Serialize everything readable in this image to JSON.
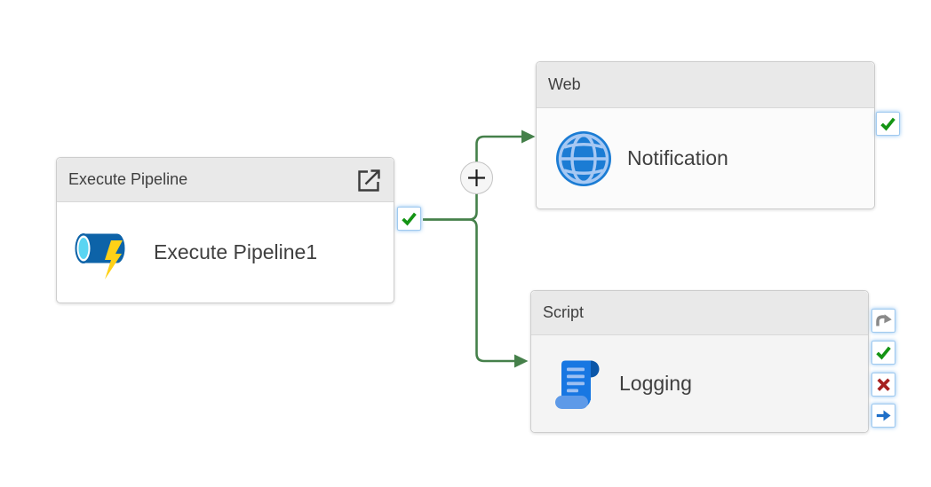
{
  "canvas": {
    "background": "#ffffff"
  },
  "nodes": {
    "execute_pipeline": {
      "type_label": "Execute Pipeline",
      "name": "Execute Pipeline1",
      "activity_icon": "execute-pipeline-icon",
      "header_action_icon": "open-pipeline-icon",
      "ports": [
        {
          "port": "success",
          "icon": "check-icon"
        }
      ]
    },
    "web": {
      "type_label": "Web",
      "name": "Notification",
      "activity_icon": "web-globe-icon",
      "ports": [
        {
          "port": "success",
          "icon": "check-icon"
        }
      ]
    },
    "script": {
      "type_label": "Script",
      "name": "Logging",
      "activity_icon": "script-scroll-icon",
      "ports": [
        {
          "port": "skipped",
          "icon": "skip-arrow-icon"
        },
        {
          "port": "success",
          "icon": "check-icon"
        },
        {
          "port": "failure",
          "icon": "x-icon"
        },
        {
          "port": "completion",
          "icon": "right-arrow-icon"
        }
      ]
    }
  },
  "add_button": {
    "icon": "plus-icon"
  },
  "connections": [
    {
      "from": "Execute Pipeline1",
      "from_port": "success",
      "to": "Notification"
    },
    {
      "from": "Execute Pipeline1",
      "from_port": "success",
      "to": "Logging"
    }
  ],
  "colors": {
    "connector": "#45804a",
    "success_green": "#149414",
    "failure_red": "#a62121",
    "completion_blue": "#1e6fc8",
    "skip_gray": "#8a8a8a",
    "node_header_bg": "#e9e9e9",
    "activity_blue": "#1b7cd4"
  }
}
